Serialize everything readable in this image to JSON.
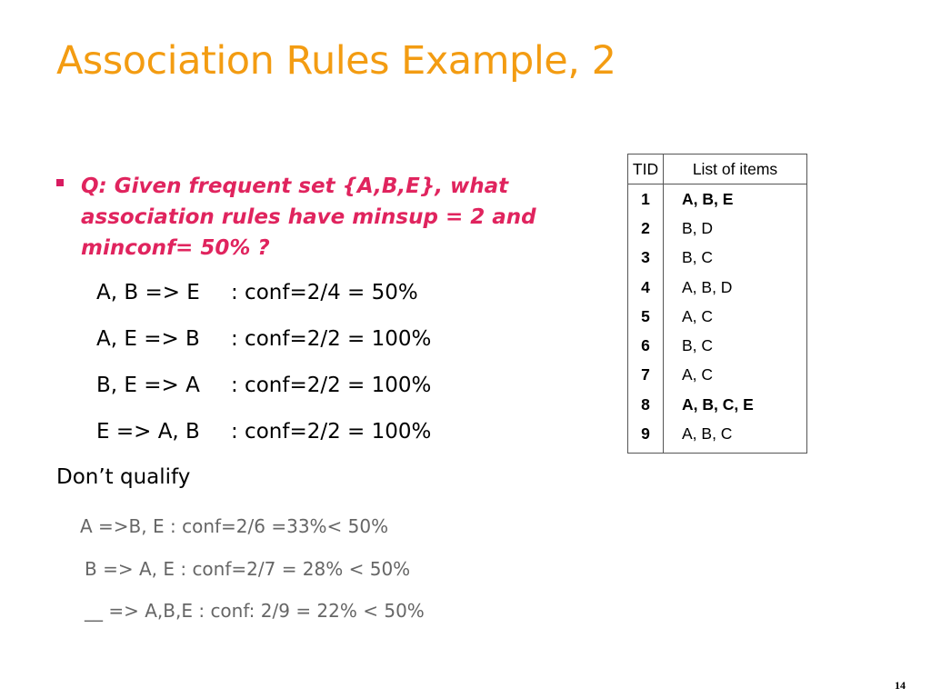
{
  "slide": {
    "title": "Association Rules Example, 2",
    "question": "Q: Given frequent set {A,B,E}, what association rules have minsup = 2 and minconf= 50% ?",
    "rules": [
      {
        "condition": "A, B => E",
        "conf": ": conf=2/4 = 50%"
      },
      {
        "condition": "A, E => B",
        "conf": ": conf=2/2 = 100%"
      },
      {
        "condition": "B, E => A",
        "conf": ": conf=2/2 = 100%"
      },
      {
        "condition": "E => A, B",
        "conf": ": conf=2/2 = 100%"
      }
    ],
    "dont_qualify_label": "Don’t qualify",
    "non_qualifying": [
      "A =>B, E : conf=2/6 =33%< 50%",
      "B => A, E : conf=2/7 = 28% < 50%",
      "__ => A,B,E : conf: 2/9 = 22% < 50%"
    ],
    "page_number": "14"
  },
  "table": {
    "headers": {
      "tid": "TID",
      "items": "List of items"
    },
    "rows": [
      {
        "tid": "1",
        "items": "A, B, E",
        "bold": true
      },
      {
        "tid": "2",
        "items": "B, D",
        "bold": false
      },
      {
        "tid": "3",
        "items": "B, C",
        "bold": false
      },
      {
        "tid": "4",
        "items": "A, B, D",
        "bold": false
      },
      {
        "tid": "5",
        "items": "A, C",
        "bold": false
      },
      {
        "tid": "6",
        "items": "B, C",
        "bold": false
      },
      {
        "tid": "7",
        "items": "A, C",
        "bold": false
      },
      {
        "tid": "8",
        "items": "A, B, C, E",
        "bold": true
      },
      {
        "tid": "9",
        "items": "A, B, C",
        "bold": false
      }
    ]
  },
  "colors": {
    "title": "#F39C12",
    "question": "#E0245E",
    "bullet": "#D81B60",
    "muted": "#666666"
  }
}
